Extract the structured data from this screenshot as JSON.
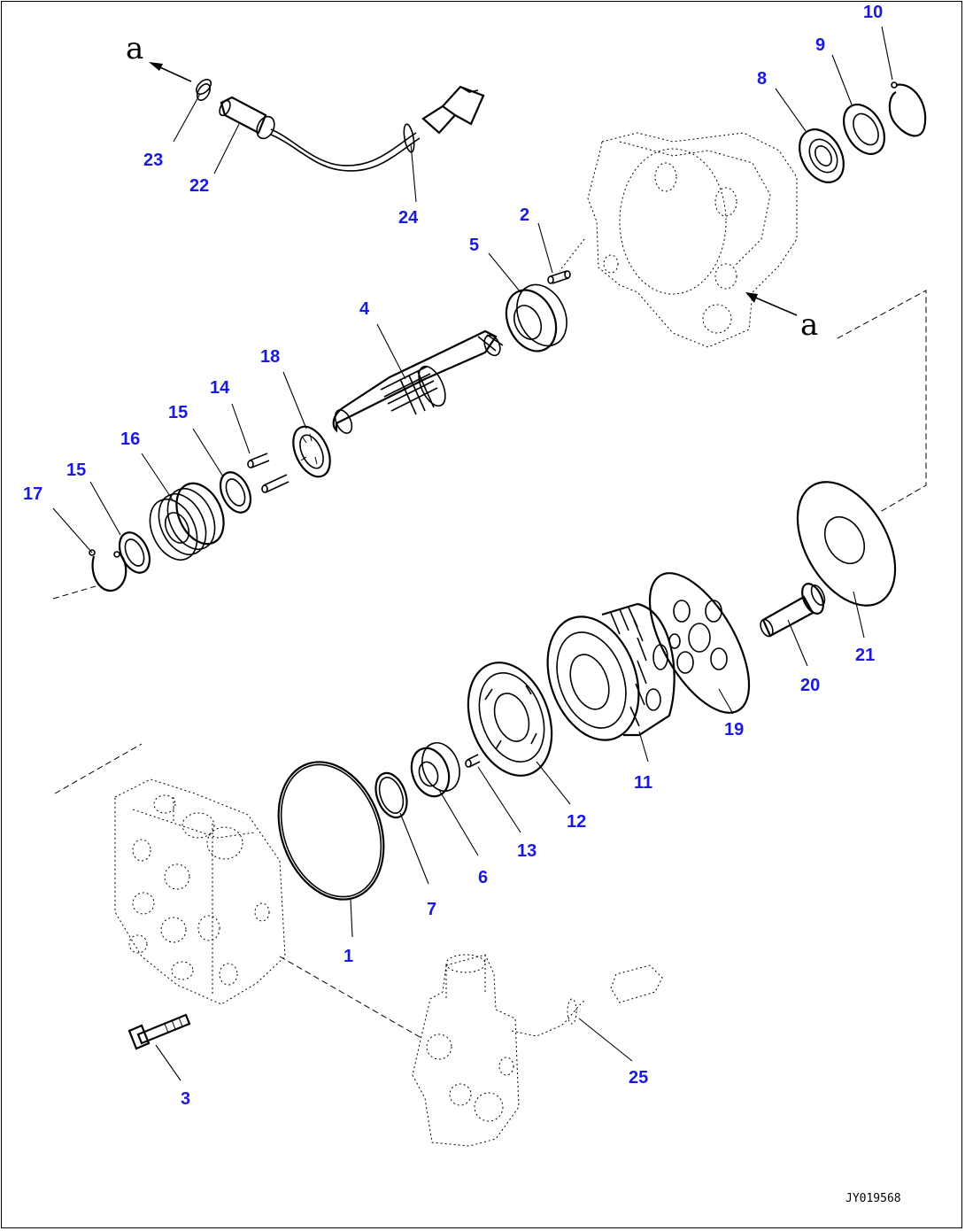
{
  "diagram": {
    "callouts": {
      "p1": "1",
      "p2": "2",
      "p3": "3",
      "p4": "4",
      "p5": "5",
      "p6": "6",
      "p7": "7",
      "p8": "8",
      "p9": "9",
      "p10": "10",
      "p11": "11",
      "p12": "12",
      "p13": "13",
      "p14": "14",
      "p15a": "15",
      "p15b": "15",
      "p16": "16",
      "p17": "17",
      "p18": "18",
      "p19": "19",
      "p20": "20",
      "p21": "21",
      "p22": "22",
      "p23": "23",
      "p24": "24",
      "p25": "25"
    },
    "view_refs": {
      "top": "a",
      "housing": "a"
    },
    "drawing_id": "JY019568"
  }
}
